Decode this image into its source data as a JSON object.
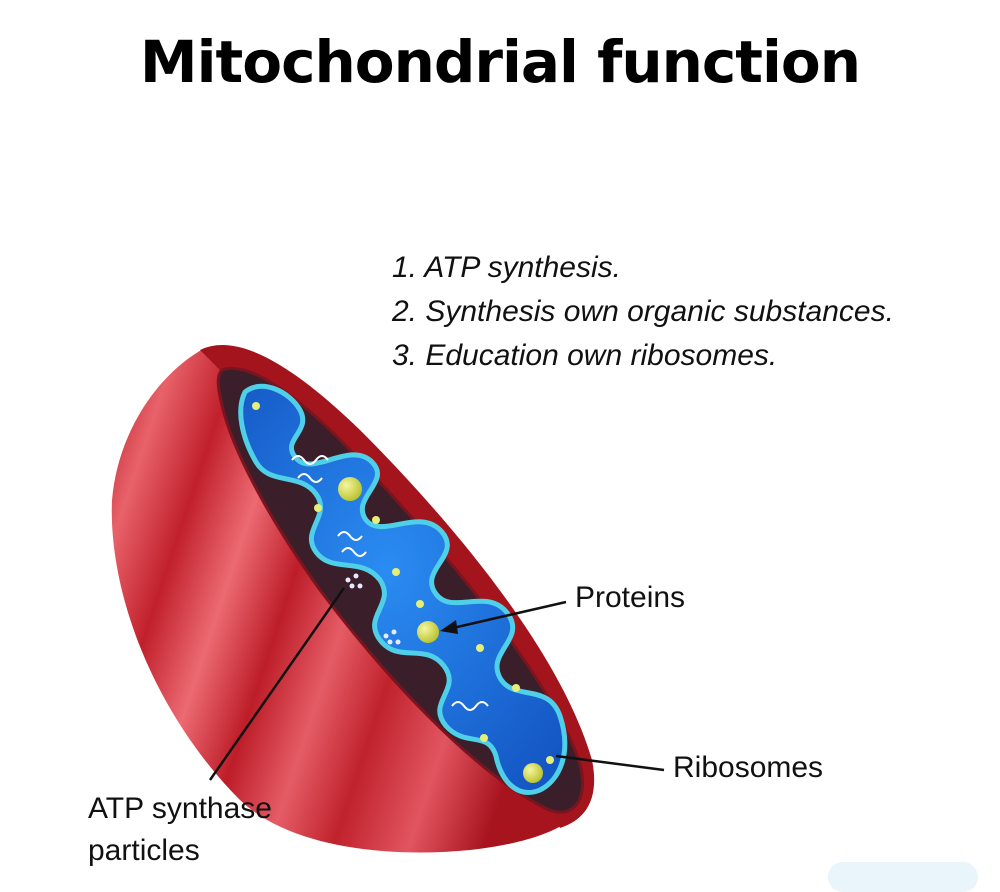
{
  "title": "Mitochondrial function",
  "functions": [
    "1. ATP synthesis.",
    "2. Synthesis own organic substances.",
    "3. Education own ribosomes."
  ],
  "labels": {
    "proteins": "Proteins",
    "ribosomes": "Ribosomes",
    "atp_synthase": "ATP synthase particles"
  },
  "colors": {
    "outer_membrane": "#c8202a",
    "inner_space": "#3a1f2a",
    "matrix": "#1f72e0",
    "crista_edge": "#4fd0e8",
    "protein": "#d9e04a"
  }
}
